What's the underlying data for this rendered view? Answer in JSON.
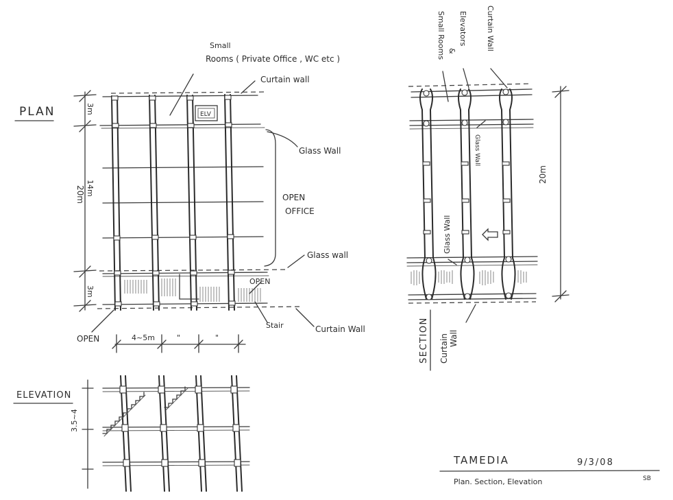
{
  "plan": {
    "title": "PLAN",
    "dim_top": "3m",
    "dim_mid_a": "14m",
    "dim_mid_b": "20m",
    "dim_bottom": "3m",
    "label_small_1": "Small",
    "label_small_2": "Rooms ( Private Office , WC etc )",
    "label_curtain_top": "Curtain wall",
    "label_elv": "ELV",
    "label_glass_top": "Glass Wall",
    "label_open_office_1": "OPEN",
    "label_open_office_2": "OFFICE",
    "label_glass_bottom": "Glass wall",
    "label_open_right": "OPEN",
    "label_stair": "Stair",
    "label_curtain_bottom": "Curtain Wall",
    "label_open_left": "OPEN",
    "dim_bay": "4~5m",
    "dim_ditto_1": "\"",
    "dim_ditto_2": "\""
  },
  "section": {
    "title": "SECTION",
    "label_small": "Small Rooms",
    "label_amp": "&",
    "label_elev": "Elevators",
    "label_curtain_top": "Curtain Wall",
    "label_glass_inner": "Glass Wall",
    "label_glass_left": "Glass Wall",
    "label_dim": "20m",
    "label_curtain_bottom_1": "Curtain",
    "label_curtain_bottom_2": "Wall"
  },
  "elevation": {
    "title": "ELEVATION",
    "dim": "3.5~4"
  },
  "title_block": {
    "project": "TAMEDIA",
    "date": "9/3/08",
    "subtitle": "Plan. Section, Elevation",
    "initials": "SB"
  }
}
